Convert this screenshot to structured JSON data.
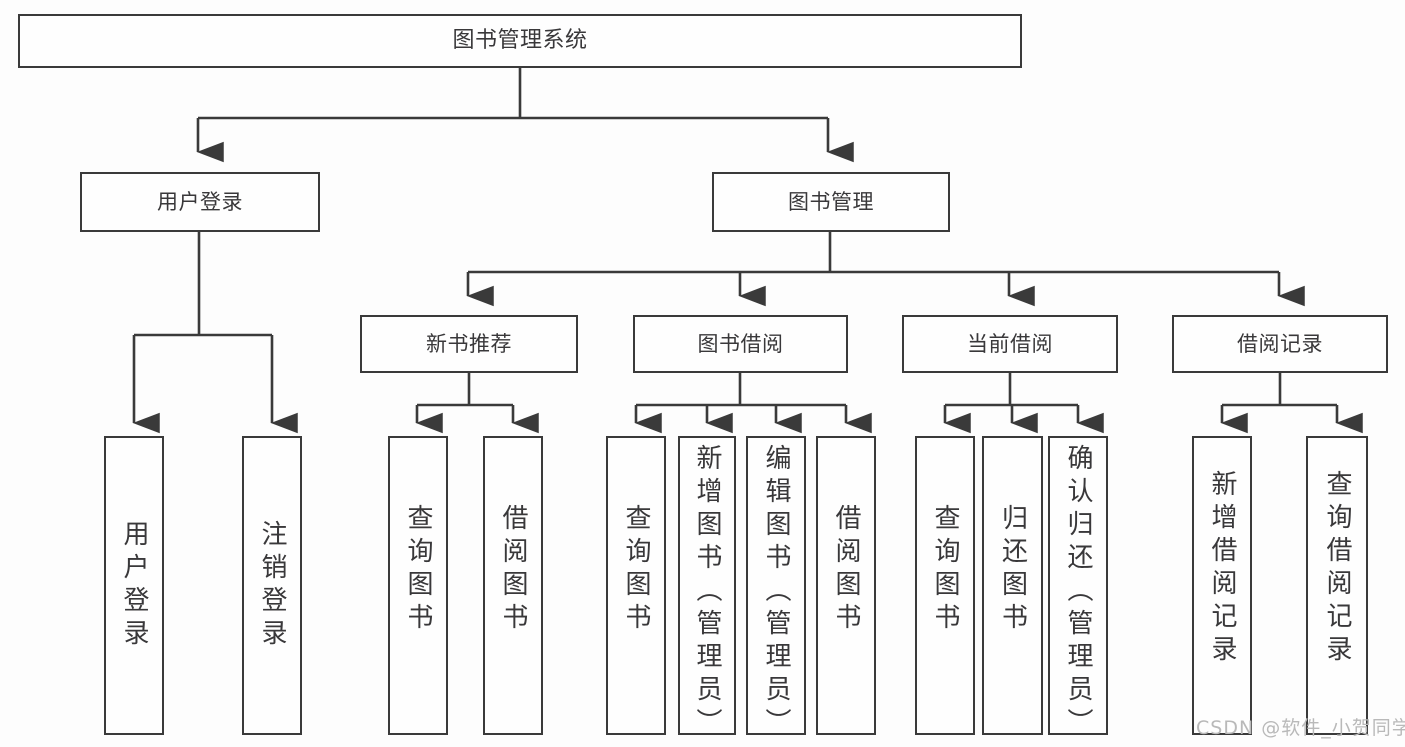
{
  "diagram": {
    "type": "tree",
    "title": "图书管理系统",
    "orientation": "top-down",
    "colors": {
      "background": "#fdfdfd",
      "box_fill": "#fefefe",
      "line": "#3a3a3a",
      "text": "#39383a",
      "watermark": "#b9b9b9"
    },
    "root": {
      "label": "图书管理系统"
    },
    "level2": [
      {
        "label": "用户登录"
      },
      {
        "label": "图书管理"
      }
    ],
    "level3": [
      {
        "label": "新书推荐"
      },
      {
        "label": "图书借阅"
      },
      {
        "label": "当前借阅"
      },
      {
        "label": "借阅记录"
      }
    ],
    "leaves": {
      "user_login": [
        {
          "label": "用户登录"
        },
        {
          "label": "注销登录"
        }
      ],
      "new_book_recommend": [
        {
          "label": "查询图书"
        },
        {
          "label": "借阅图书"
        }
      ],
      "book_borrow": [
        {
          "label": "查询图书"
        },
        {
          "label": "新增图书（管理员）"
        },
        {
          "label": "编辑图书（管理员）"
        },
        {
          "label": "借阅图书"
        }
      ],
      "current_borrow": [
        {
          "label": "查询图书"
        },
        {
          "label": "归还图书"
        },
        {
          "label": "确认归还（管理员）"
        }
      ],
      "borrow_record": [
        {
          "label": "新增借阅记录"
        },
        {
          "label": "查询借阅记录"
        }
      ]
    }
  },
  "watermark": {
    "text": "CSDN @软件_小贺同学"
  }
}
